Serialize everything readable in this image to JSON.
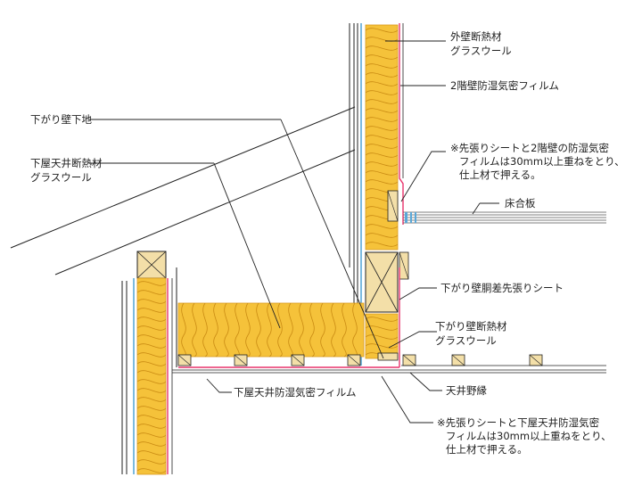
{
  "labels": {
    "wall_insulation": [
      "外壁断熱材",
      "グラスウール"
    ],
    "second_floor_film": "2階壁防湿気密フィルム",
    "note_upper": [
      "※先張りシートと2階壁の防湿気密",
      "フィルムは30mm以上重ねをとり、",
      "仕上材で押える。"
    ],
    "floor_board": "床合板",
    "drop_wall_base": "下がり壁下地",
    "lower_ceiling_insulation": [
      "下屋天井断熱材",
      "グラスウール"
    ],
    "drop_wall_sheet": "下がり壁胴差先張りシート",
    "drop_wall_insulation": [
      "下がり壁断熱材",
      "グラスウール"
    ],
    "ceiling_joist": "天井野縁",
    "lower_ceiling_film": "下屋天井防湿気密フィルム",
    "note_lower": [
      "※先張りシートと下屋天井防湿気密",
      "フィルムは30mm以上重ねをとり、",
      "仕上材で押える。"
    ]
  },
  "colors": {
    "insulation": "#f5c23a",
    "insulation_edge": "#e0a020",
    "film_red": "#e8336b",
    "sheet_blue": "#5aa8d8",
    "timber": "#f3dfa8",
    "line": "#222222"
  }
}
